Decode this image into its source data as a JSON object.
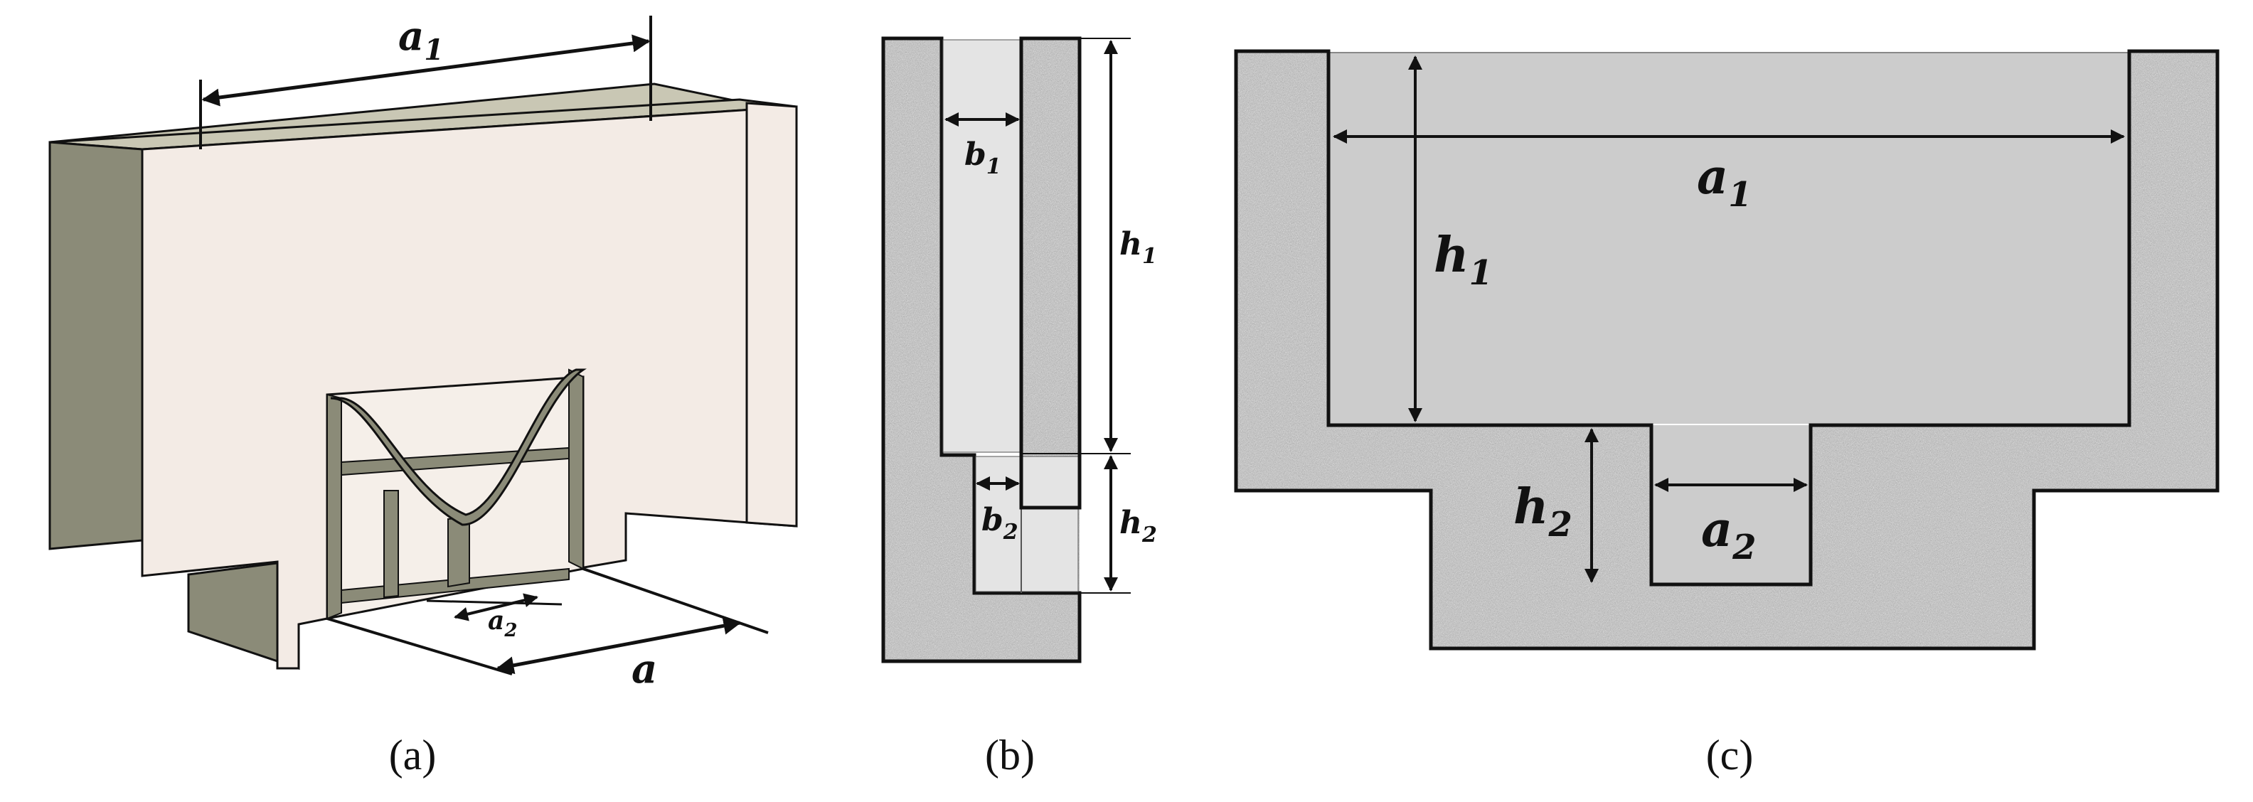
{
  "panels": {
    "a": {
      "caption": "(a)",
      "labels": {
        "a1_main": "a",
        "a1_sub": "1",
        "a2_main": "a",
        "a2_sub": "2",
        "a_main": "a"
      }
    },
    "b": {
      "caption": "(b)",
      "labels": {
        "b1_main": "b",
        "b1_sub": "1",
        "b2_main": "b",
        "b2_sub": "2",
        "h1_main": "h",
        "h1_sub": "1",
        "h2_main": "h",
        "h2_sub": "2"
      }
    },
    "c": {
      "caption": "(c)",
      "labels": {
        "a1_main": "a",
        "a1_sub": "1",
        "h1_main": "h",
        "h1_sub": "1",
        "h2_main": "h",
        "h2_sub": "2",
        "a2_main": "a",
        "a2_sub": "2"
      }
    }
  },
  "colors": {
    "solid_face_front": "#f3ebe5",
    "solid_face_top": "#c9c7b4",
    "solid_face_side": "#8b8b78",
    "cavity_fill": "#cccccc",
    "granite_base": "#b4b4b4",
    "outline": "#111111"
  }
}
